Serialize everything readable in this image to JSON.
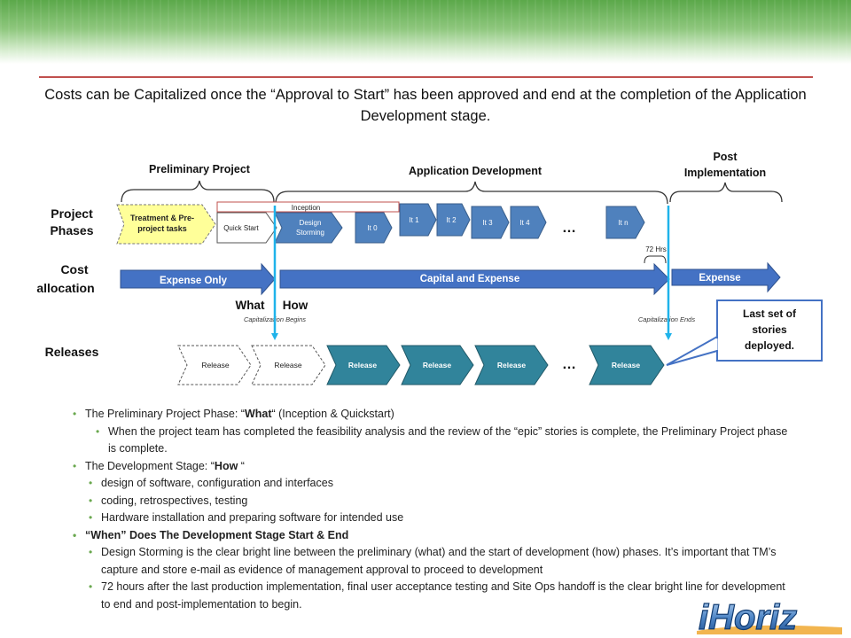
{
  "headline": "Costs can be Capitalized once the “Approval to Start” has been approved and end at the completion of the Application Development stage.",
  "phase_headers": {
    "preliminary": "Preliminary Project",
    "application": "Application Development",
    "post_line1": "Post",
    "post_line2": "Implementation"
  },
  "row_labels": {
    "project_line1": "Project",
    "project_line2": "Phases",
    "cost_line1": "Cost",
    "cost_line2": "allocation",
    "releases": "Releases"
  },
  "phases": {
    "treatment_line1": "Treatment & Pre-",
    "treatment_line2": "project tasks",
    "inception": "Inception",
    "quick_start": "Quick Start",
    "design_line1": "Design",
    "design_line2": "Storming",
    "iterations": [
      "It 0",
      "It 1",
      "It 2",
      "It 3",
      "It 4"
    ],
    "ellipsis": "…",
    "it_n": "It n",
    "hrs": "72 Hrs"
  },
  "cost": {
    "expense_only": "Expense Only",
    "capital_and_expense": "Capital and Expense",
    "expense": "Expense"
  },
  "markers": {
    "what": "What",
    "how": "How",
    "cap_begins": "Capitalization Begins",
    "cap_ends": "Capitalization Ends"
  },
  "releases": {
    "labels": [
      "Release",
      "Release",
      "Release",
      "Release",
      "Release",
      "Release"
    ],
    "ellipsis": "…"
  },
  "callout": {
    "line1": "Last set of",
    "line2": "stories",
    "line3": "deployed."
  },
  "bullets": {
    "b1_pre": "The Preliminary Project Phase:  “",
    "b1_what": "What",
    "b1_post": "“ (Inception & Quickstart)",
    "b1_sub": "When the project team has completed the feasibility analysis and the review of the “epic” stories is complete, the Preliminary Project phase is complete.",
    "b2_pre": "The Development Stage: “",
    "b2_how": "How",
    "b2_post": " “",
    "b2_subs": [
      "design of software, configuration and interfaces",
      "coding, retrospectives, testing",
      "Hardware installation and preparing software for intended use"
    ],
    "b3": "“When” Does The Development Stage Start & End",
    "b3_subs": [
      "Design Storming is the clear bright line between the preliminary (what) and  the start of development (how) phases.  It’s important that TM’s capture and store e-mail as evidence of management approval to proceed to development",
      "72 hours after the last production implementation, final user acceptance testing and Site Ops handoff is the clear bright line for development to end and post-implementation to begin."
    ]
  },
  "logo": {
    "text": "iHoriz"
  },
  "colors": {
    "accent_green": "#5ba84a",
    "rule_red": "#c0504d",
    "phase_blue": "#4f81bd",
    "release_teal": "#31849b",
    "arrow_blue": "#4472c4",
    "marker_cyan": "#1fb3ea",
    "treatment_yellow": "#ffff99"
  }
}
